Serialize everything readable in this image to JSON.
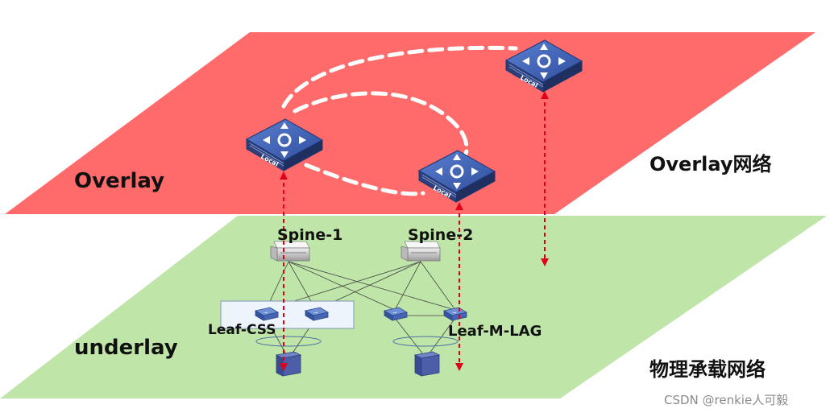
{
  "overlay_plane": {
    "label": "Overlay",
    "network_label": "Overlay网络",
    "color": "#ff6b6b"
  },
  "underlay_plane": {
    "label": "underlay",
    "network_label": "物理承载网络",
    "color": "#bfe6a8"
  },
  "overlay_devices": [
    {
      "name": "router-icon",
      "tag": "Local"
    },
    {
      "name": "router-icon",
      "tag": "Local"
    },
    {
      "name": "router-icon",
      "tag": "Local"
    }
  ],
  "spines": [
    "Spine-1",
    "Spine-2"
  ],
  "leaf_groups": [
    "Leaf-CSS",
    "Leaf-M-LAG"
  ],
  "leaf_switch_tag": "→",
  "colors": {
    "tunnel": "#ffffff",
    "mapping_arrow": "#e0001a",
    "device_blue": "#3d5fb0",
    "server": "#4c5ea8"
  },
  "watermark": "CSDN @renkie人可毅"
}
